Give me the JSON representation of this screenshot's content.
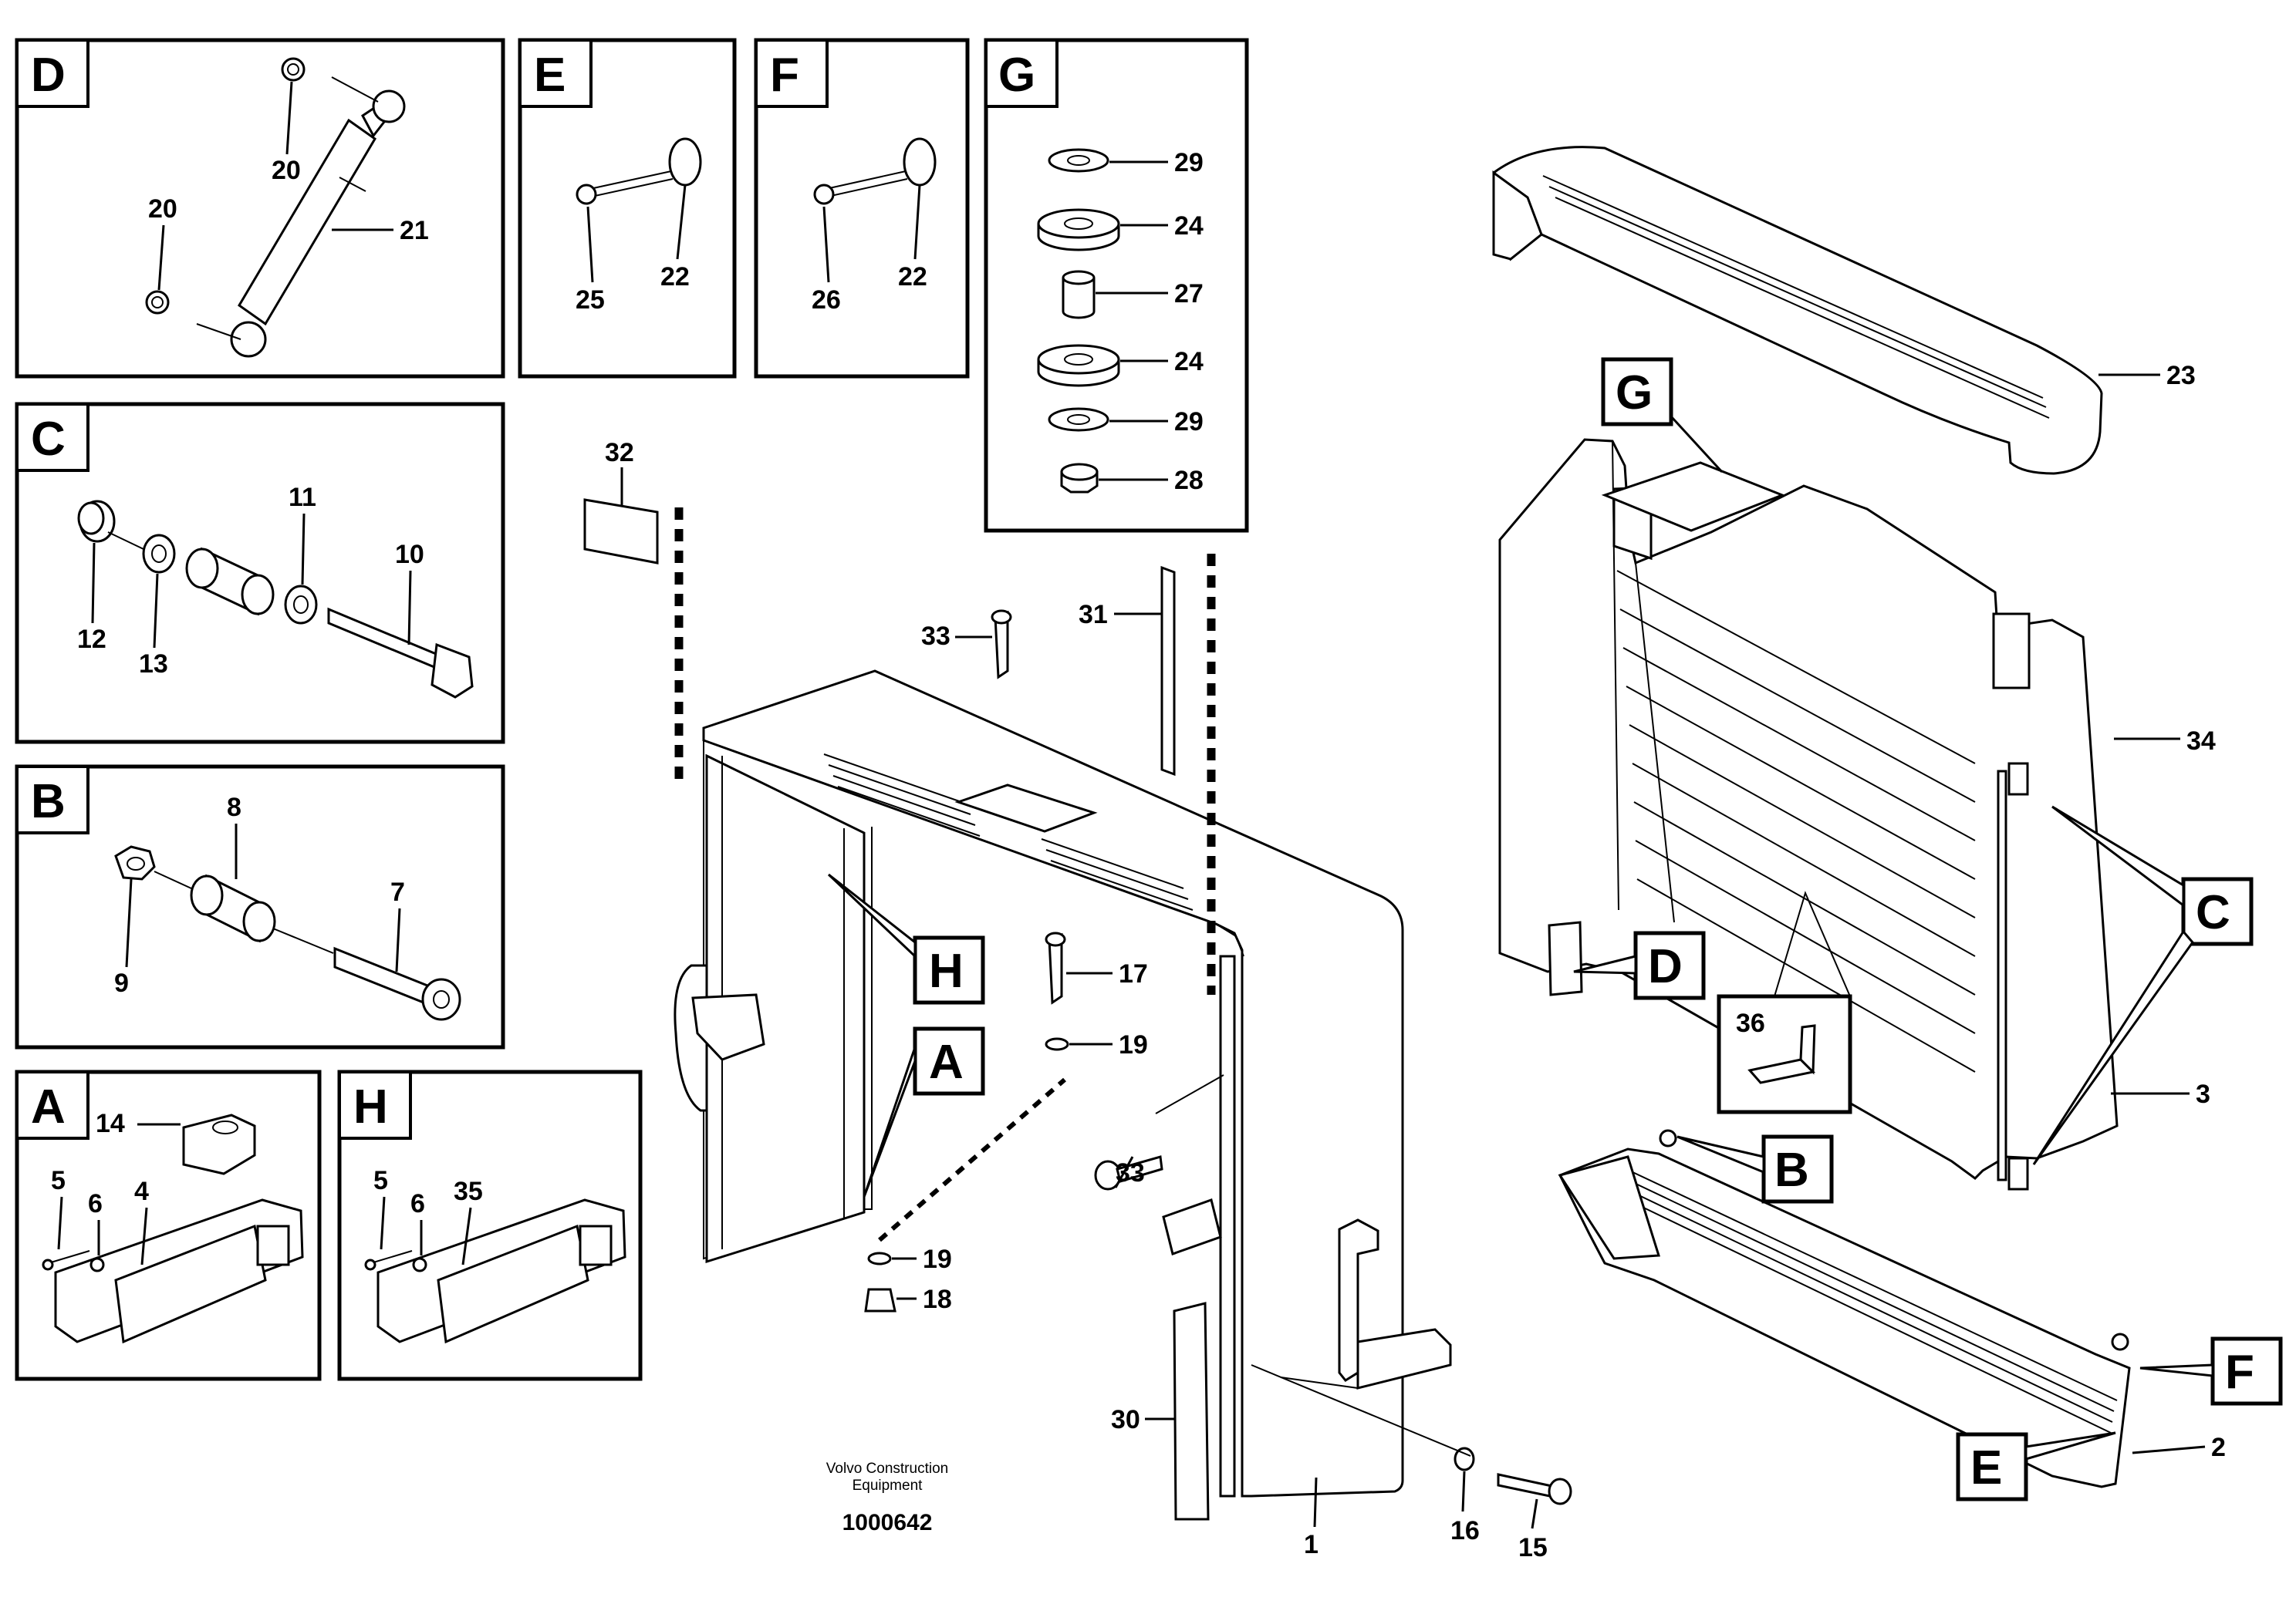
{
  "inset_boxes": {
    "D": {
      "letter": "D",
      "callouts": [
        "20",
        "20",
        "21"
      ]
    },
    "E": {
      "letter": "E",
      "callouts": [
        "25",
        "22"
      ]
    },
    "F": {
      "letter": "F",
      "callouts": [
        "26",
        "22"
      ]
    },
    "G": {
      "letter": "G",
      "callouts": [
        "29",
        "24",
        "27",
        "24",
        "29",
        "28"
      ]
    },
    "C": {
      "letter": "C",
      "callouts": [
        "11",
        "10",
        "12",
        "13"
      ]
    },
    "B": {
      "letter": "B",
      "callouts": [
        "8",
        "7",
        "9"
      ]
    },
    "A": {
      "letter": "A",
      "callouts": [
        "14",
        "5",
        "6",
        "4"
      ]
    },
    "H": {
      "letter": "H",
      "callouts": [
        "5",
        "6",
        "35"
      ]
    }
  },
  "main_callouts": [
    "32",
    "33",
    "31",
    "17",
    "19",
    "19",
    "18",
    "33",
    "30",
    "1",
    "16",
    "15",
    "23",
    "34",
    "3",
    "2",
    "36"
  ],
  "main_letter_tags": [
    "H",
    "A",
    "G",
    "C",
    "D",
    "B",
    "F",
    "E"
  ],
  "footer": {
    "company_line1": "Volvo Construction",
    "company_line2": "Equipment",
    "drawing_number": "1000642"
  }
}
